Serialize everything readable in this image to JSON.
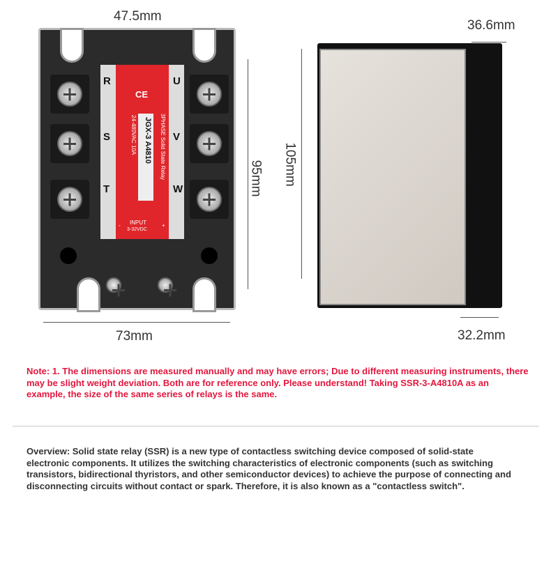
{
  "dimensions": {
    "front_width_top": "47.5mm",
    "front_width": "73mm",
    "front_height": "95mm",
    "side_height": "105mm",
    "side_depth_top": "36.6mm",
    "side_depth_bottom": "32.2mm"
  },
  "relay_label": {
    "terminals_left": [
      "R",
      "S",
      "T"
    ],
    "terminals_right": [
      "U",
      "V",
      "W"
    ],
    "type": "3PHASE Solid State Relay",
    "model": "JGX-3 A4810",
    "rating": "24-480VAC 10A",
    "input": "INPUT",
    "input_range": "3-32VDC",
    "minus": "-",
    "plus": "+",
    "ce": "CE"
  },
  "note": "Note: 1. The dimensions are measured manually and may have errors; Due to different measuring instruments, there may be slight weight deviation. Both are for reference only. Please understand! Taking SSR-3-A4810A as an example, the size of the same series of relays is the same.",
  "overview": "Overview: Solid state relay (SSR) is a new type of contactless switching device composed of solid-state electronic components. It utilizes the switching characteristics of electronic components (such as switching transistors, bidirectional thyristors, and other semiconductor devices) to achieve the purpose of connecting and disconnecting circuits without contact or spark. Therefore, it is also known as a \"contactless switch\"."
}
